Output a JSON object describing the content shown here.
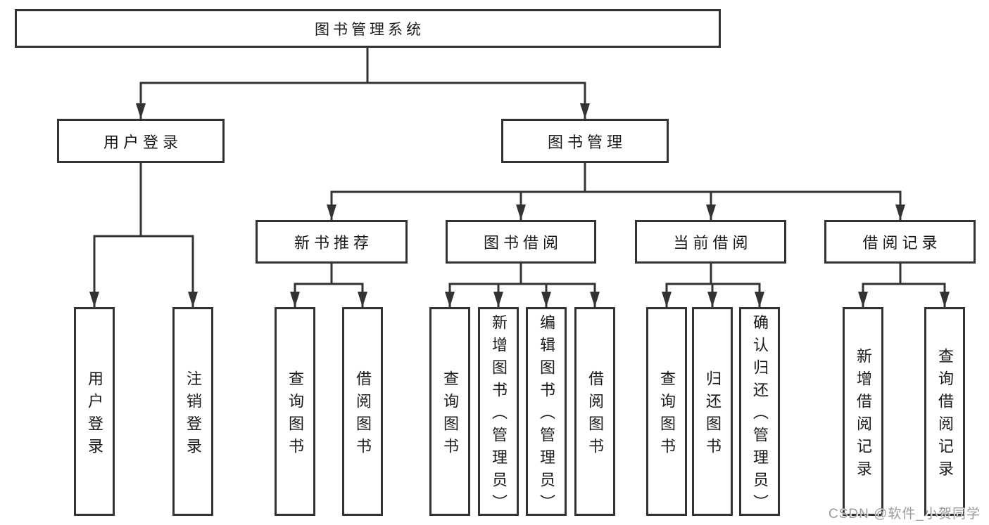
{
  "tree": {
    "root": {
      "label": "图书管理系统",
      "children": [
        {
          "label": "用户登录",
          "children": [
            {
              "label": "用户登录"
            },
            {
              "label": "注销登录"
            }
          ]
        },
        {
          "label": "图书管理",
          "children": [
            {
              "label": "新书推荐",
              "children": [
                {
                  "label": "查询图书"
                },
                {
                  "label": "借阅图书"
                }
              ]
            },
            {
              "label": "图书借阅",
              "children": [
                {
                  "label": "查询图书"
                },
                {
                  "label": "新增图书（管理员）"
                },
                {
                  "label": "编辑图书（管理员）"
                },
                {
                  "label": "借阅图书"
                }
              ]
            },
            {
              "label": "当前借阅",
              "children": [
                {
                  "label": "查询图书"
                },
                {
                  "label": "归还图书"
                },
                {
                  "label": "确认归还（管理员）"
                }
              ]
            },
            {
              "label": "借阅记录",
              "children": [
                {
                  "label": "新增借阅记录"
                },
                {
                  "label": "查询借阅记录"
                }
              ]
            }
          ]
        }
      ]
    }
  },
  "watermark": {
    "text": "CSDN @软件_小贺同学"
  },
  "colors": {
    "line": "#333333",
    "box_border": "#333333",
    "box_fill": "#ffffff",
    "text": "#1a1a1a",
    "watermark": "#9b9b9b",
    "background": "#ffffff"
  }
}
